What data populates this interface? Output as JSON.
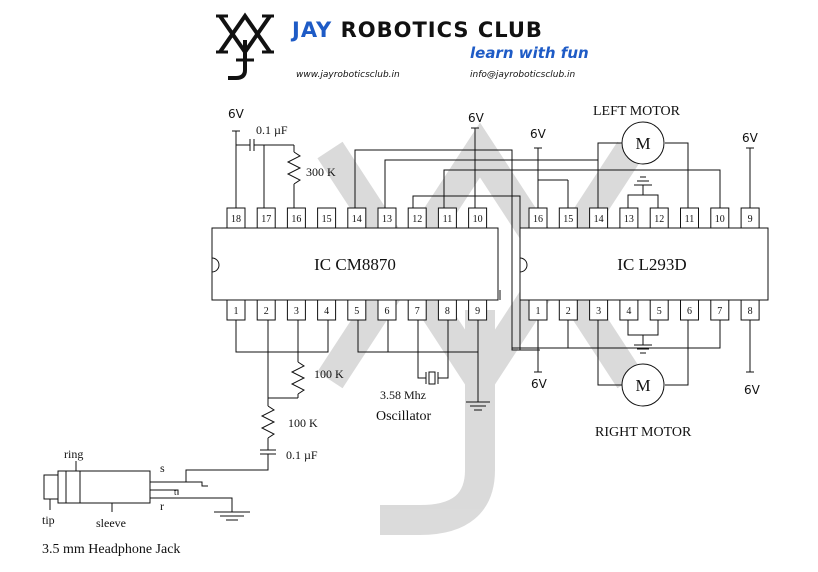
{
  "header": {
    "club_name_prefix": "JAY",
    "club_name_rest": "ROBOTICS CLUB",
    "tagline": "learn with fun",
    "website": "www.jayroboticsclub.in",
    "email": "info@jayroboticsclub.in"
  },
  "ic1": {
    "name": "IC CM8870",
    "top_pins": [
      "18",
      "17",
      "16",
      "15",
      "14",
      "13",
      "12",
      "11",
      "10"
    ],
    "bottom_pins": [
      "1",
      "2",
      "3",
      "4",
      "5",
      "6",
      "7",
      "8",
      "9"
    ]
  },
  "ic2": {
    "name": "IC L293D",
    "top_pins": [
      "16",
      "15",
      "14",
      "13",
      "12",
      "11",
      "10",
      "9"
    ],
    "bottom_pins": [
      "1",
      "2",
      "3",
      "4",
      "5",
      "6",
      "7",
      "8"
    ]
  },
  "labels": {
    "supply_6v": "6V",
    "cap_top": "0.1 µF",
    "res_300k": "300 K",
    "res_100k_a": "100 K",
    "res_100k_b": "100 K",
    "cap_bottom": "0.1 µF",
    "crystal_freq": "3.58 Mhz",
    "oscillator": "Oscillator",
    "left_motor": "LEFT MOTOR",
    "right_motor": "RIGHT MOTOR",
    "motor_symbol": "M",
    "jack_ring": "ring",
    "jack_tip": "tip",
    "jack_sleeve": "sleeve",
    "jack_s": "s",
    "jack_r": "r",
    "jack_t": "t",
    "jack_caption": "3.5 mm  Headphone Jack"
  },
  "colors": {
    "wire": "#111111",
    "accent": "#1e5bc6",
    "watermark": "#d7d7d7"
  }
}
